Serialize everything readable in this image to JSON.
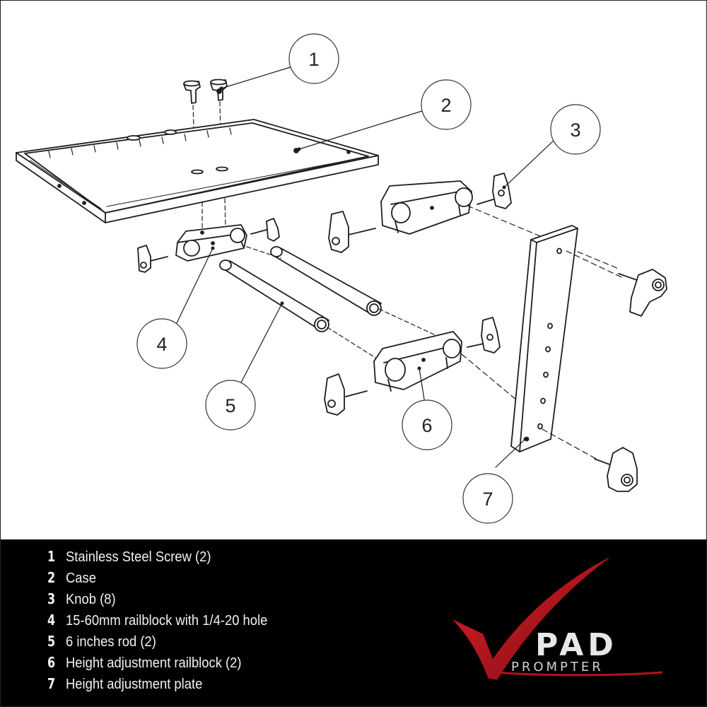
{
  "callouts": [
    "1",
    "2",
    "3",
    "4",
    "5",
    "6",
    "7"
  ],
  "legend": {
    "items": [
      {
        "num": "1",
        "text": "Stainless Steel Screw (2)"
      },
      {
        "num": "2",
        "text": "Case"
      },
      {
        "num": "3",
        "text": "Knob (8)"
      },
      {
        "num": "4",
        "text": "15-60mm railblock with 1/4-20 hole"
      },
      {
        "num": "5",
        "text": "6 inches rod (2)"
      },
      {
        "num": "6",
        "text": "Height adjustment railblock (2)"
      },
      {
        "num": "7",
        "text": "Height adjustment plate"
      }
    ]
  },
  "logo": {
    "brand": "PAD",
    "subtitle": "PROMPTER",
    "check_color": "#b3121a"
  },
  "colors": {
    "background": "#ffffff",
    "legend_panel": "#000000",
    "line": "#222222"
  }
}
